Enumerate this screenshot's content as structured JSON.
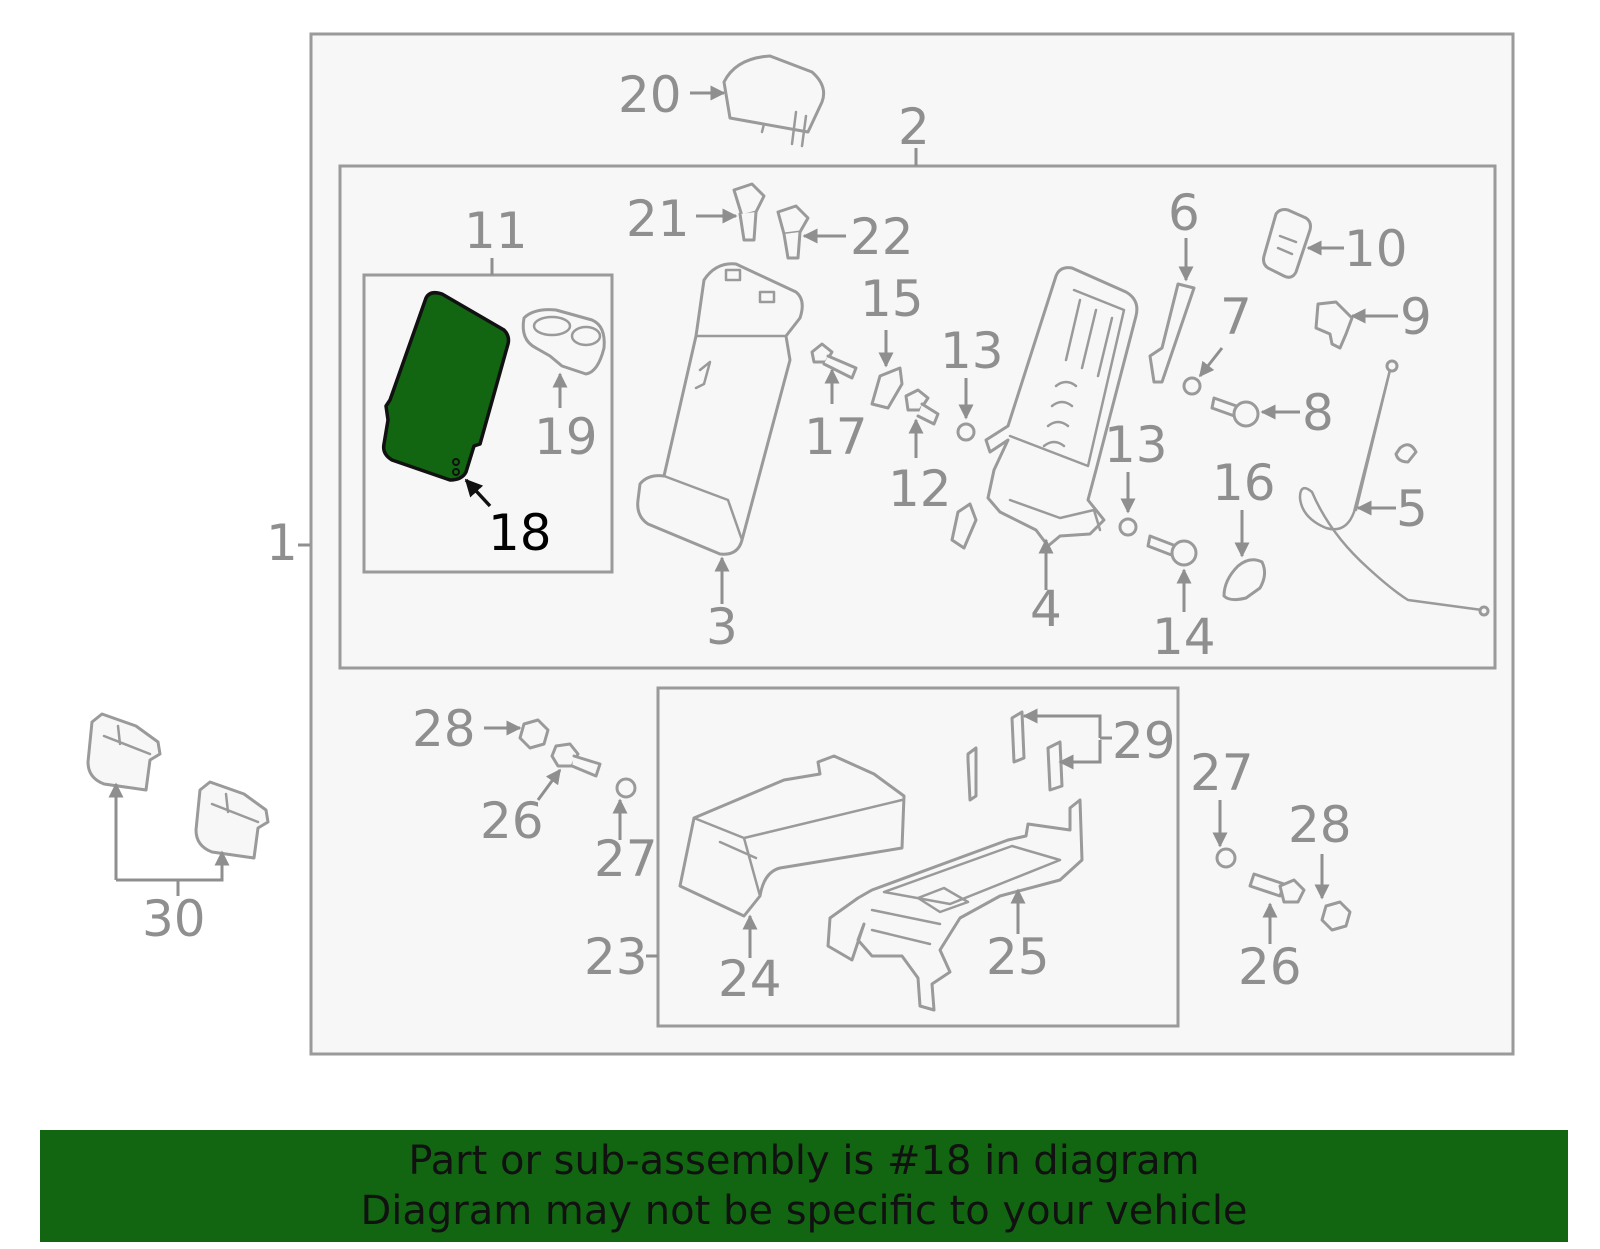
{
  "highlight_color": "#126612",
  "highlighted_part": "18",
  "callouts": {
    "p1": "1",
    "p2": "2",
    "p3": "3",
    "p4": "4",
    "p5": "5",
    "p6": "6",
    "p7": "7",
    "p8": "8",
    "p9": "9",
    "p10": "10",
    "p11": "11",
    "p12": "12",
    "p13a": "13",
    "p13b": "13",
    "p14": "14",
    "p15": "15",
    "p16": "16",
    "p17": "17",
    "p18": "18",
    "p19": "19",
    "p20": "20",
    "p21": "21",
    "p22": "22",
    "p23": "23",
    "p24": "24",
    "p25": "25",
    "p26a": "26",
    "p26b": "26",
    "p27a": "27",
    "p27b": "27",
    "p28a": "28",
    "p28b": "28",
    "p29": "29",
    "p30": "30"
  },
  "banner": {
    "line1": "Part or sub-assembly is #18 in diagram",
    "line2": "Diagram may not be specific to your vehicle"
  }
}
